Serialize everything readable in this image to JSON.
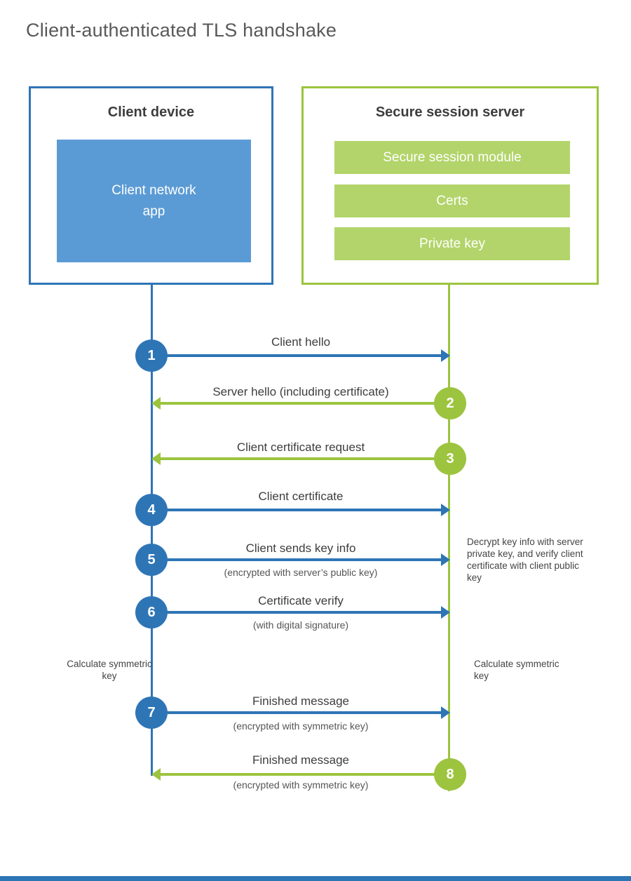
{
  "page": {
    "title": "Client-authenticated TLS handshake"
  },
  "client": {
    "title": "Client device",
    "app_label": "Client network app"
  },
  "server": {
    "title": "Secure session server",
    "modules": [
      "Secure session module",
      "Certs",
      "Private key"
    ]
  },
  "steps": [
    {
      "num": "1",
      "label": "Client hello",
      "direction": "right",
      "from": "client"
    },
    {
      "num": "2",
      "label": "Server hello (including certificate)",
      "direction": "left",
      "from": "server"
    },
    {
      "num": "3",
      "label": "Client certificate request",
      "direction": "left",
      "from": "server"
    },
    {
      "num": "4",
      "label": "Client certificate",
      "direction": "right",
      "from": "client"
    },
    {
      "num": "5",
      "label": "Client sends key info",
      "sublabel": "(encrypted with server’s public key)",
      "direction": "right",
      "from": "client"
    },
    {
      "num": "6",
      "label": "Certificate verify",
      "sublabel": "(with digital signature)",
      "direction": "right",
      "from": "client"
    },
    {
      "num": "7",
      "label": "Finished message",
      "sublabel": "(encrypted with symmetric key)",
      "direction": "right",
      "from": "client"
    },
    {
      "num": "8",
      "label": "Finished message",
      "sublabel": "(encrypted with symmetric key)",
      "direction": "left",
      "from": "server"
    }
  ],
  "notes": {
    "decrypt_note": "Decrypt key info with server private key, and verify client certificate with client public key",
    "calc_left": "Calculate symmetric key",
    "calc_right": "Calculate symmetric key"
  },
  "colors": {
    "blue": "#2e75b6",
    "blueFill": "#5b9bd5",
    "green": "#9cc43f",
    "greenFill": "#b2d46a"
  }
}
